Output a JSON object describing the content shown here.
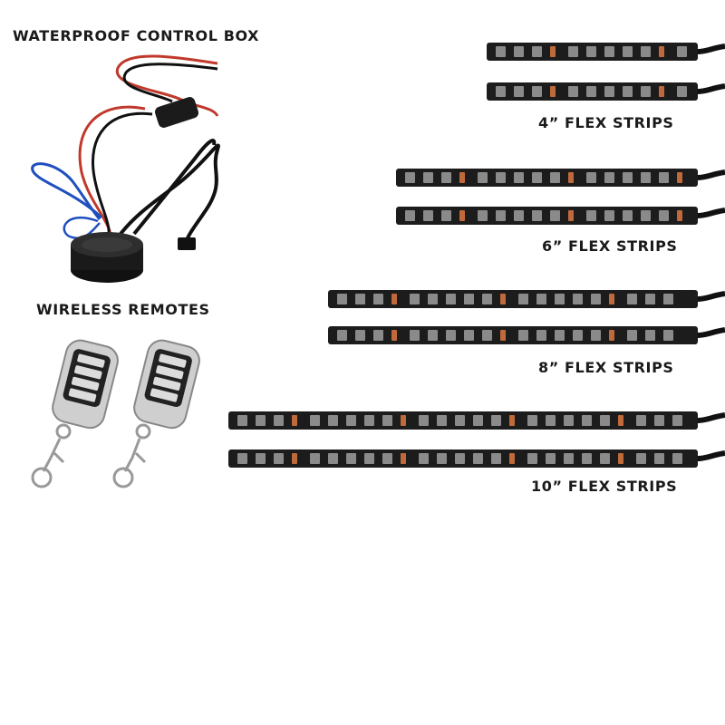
{
  "labels": {
    "control_box": "WATERPROOF CONTROL BOX",
    "remotes": "WIRELESS REMOTES",
    "strips_4": "4” FLEX STRIPS",
    "strips_6": "6” FLEX STRIPS",
    "strips_8": "8” FLEX STRIPS",
    "strips_10": "10” FLEX STRIPS"
  },
  "strip_groups": [
    {
      "size": "4”",
      "count": 2
    },
    {
      "size": "6”",
      "count": 2
    },
    {
      "size": "8”",
      "count": 2
    },
    {
      "size": "10”",
      "count": 2
    }
  ],
  "colors": {
    "strip_body": "#1c1c1c",
    "led": "#8a8a8a",
    "resistor": "#c06a3c",
    "wire_red": "#c0392b",
    "wire_black": "#111111",
    "wire_blue": "#1f4fbf",
    "remote_chrome": "#c8c8c8"
  }
}
